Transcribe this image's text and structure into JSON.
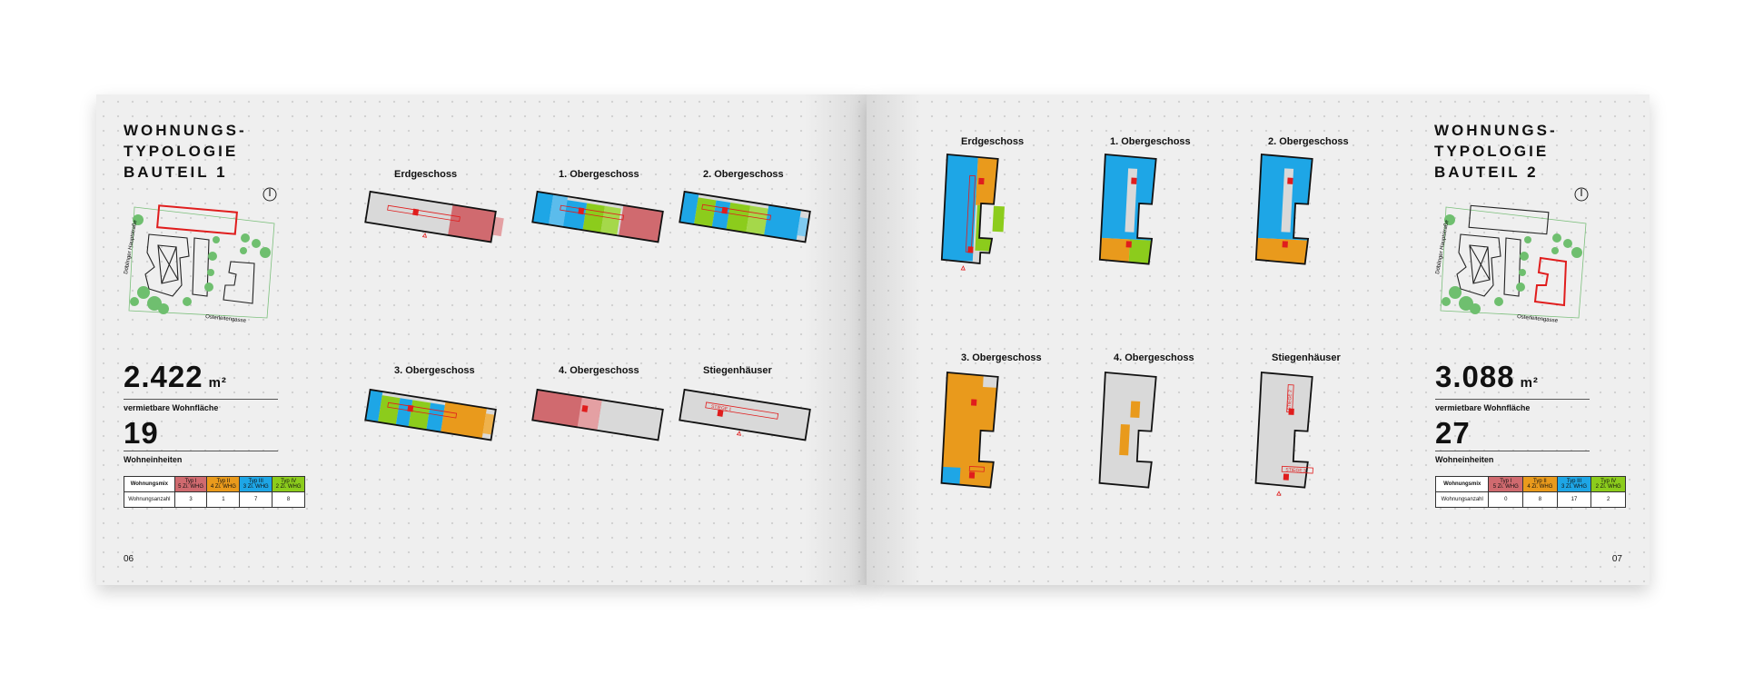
{
  "left_page": {
    "title": [
      "WOHNUNGS-",
      "TYPOLOGIE",
      "BAUTEIL 1"
    ],
    "site_labels": {
      "street_a": "Döblinger Hauptstraße",
      "street_b": "Osterleitengasse"
    },
    "area_value": "2.422",
    "area_unit": "m²",
    "area_label": "vermietbare Wohnfläche",
    "units_value": "19",
    "units_label": "Wohneinheiten",
    "mix_table": {
      "header": "Wohnungsmix",
      "types": [
        {
          "name": "Typ I",
          "rooms": "5 Zi. WHG",
          "color": "#d06a6f"
        },
        {
          "name": "Typ II",
          "rooms": "4 Zi. WHG",
          "color": "#e99a1c"
        },
        {
          "name": "Typ III",
          "rooms": "3 Zi. WHG",
          "color": "#1ea6e6"
        },
        {
          "name": "Typ IV",
          "rooms": "2 Zi. WHG",
          "color": "#8ccc1c"
        }
      ],
      "row_label": "Wohnungsanzahl",
      "counts": [
        "3",
        "1",
        "7",
        "8"
      ]
    },
    "floors": [
      "Erdgeschoss",
      "1. Obergeschoss",
      "2. Obergeschoss",
      "3. Obergeschoss",
      "4. Obergeschoss",
      "Stiegenhäuser"
    ],
    "stair_label": "STIEGE 1",
    "page_number": "06"
  },
  "right_page": {
    "title": [
      "WOHNUNGS-",
      "TYPOLOGIE",
      "BAUTEIL 2"
    ],
    "site_labels": {
      "street_a": "Döblinger Hauptstraße",
      "street_b": "Osterleitengasse"
    },
    "area_value": "3.088",
    "area_unit": "m²",
    "area_label": "vermietbare Wohnfläche",
    "units_value": "27",
    "units_label": "Wohneinheiten",
    "mix_table": {
      "header": "Wohnungsmix",
      "types": [
        {
          "name": "Typ I",
          "rooms": "5 Zi. WHG",
          "color": "#d06a6f"
        },
        {
          "name": "Typ II",
          "rooms": "4 Zi. WHG",
          "color": "#e99a1c"
        },
        {
          "name": "Typ III",
          "rooms": "3 Zi. WHG",
          "color": "#1ea6e6"
        },
        {
          "name": "Typ IV",
          "rooms": "2 Zi. WHG",
          "color": "#8ccc1c"
        }
      ],
      "row_label": "Wohnungsanzahl",
      "counts": [
        "0",
        "8",
        "17",
        "2"
      ]
    },
    "floors": [
      "Erdgeschoss",
      "1. Obergeschoss",
      "2. Obergeschoss",
      "3. Obergeschoss",
      "4. Obergeschoss",
      "Stiegenhäuser"
    ],
    "stair_labels": [
      "STIEGE 2",
      "STIEGE 3"
    ],
    "page_number": "07"
  },
  "colors": {
    "typ1": "#d06a6f",
    "typ2": "#e99a1c",
    "typ3": "#1ea6e6",
    "typ4": "#8ccc1c",
    "building": "#d9d9d9",
    "outline": "#111111",
    "highlight": "#e01d1d",
    "tree": "#5cb85c"
  }
}
